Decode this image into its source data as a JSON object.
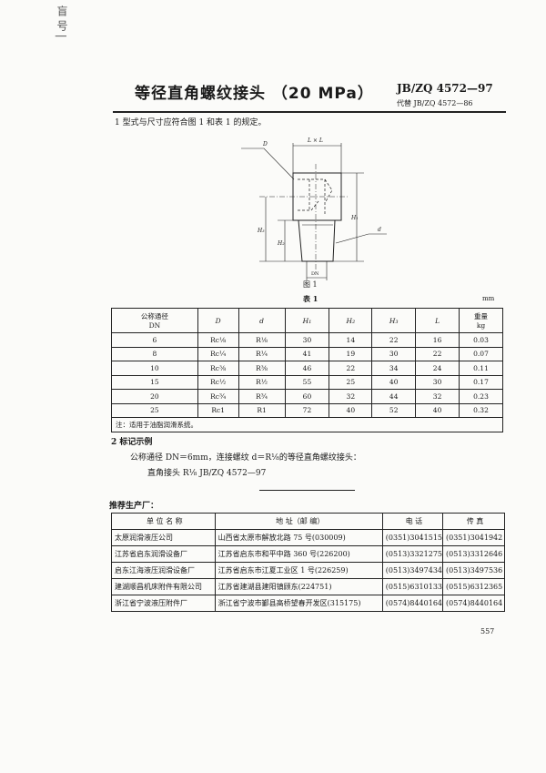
{
  "margin_marks": "盲 号 |",
  "header": {
    "title": "等径直角螺纹接头 （20 MPa）",
    "standard": "JB/ZQ 4572—97",
    "replaces": "代替 JB/ZQ 4572—86"
  },
  "section1": {
    "text": "1  型式与尺寸应符合图 1 和表 1 的规定。"
  },
  "figure": {
    "caption": "图 1",
    "labels": {
      "D": "D",
      "LxL": "L × L",
      "H1": "H₁",
      "H2": "H₂",
      "H3": "H₃",
      "d": "d",
      "DN": "DN"
    }
  },
  "table1": {
    "caption": "表 1",
    "unit": "mm",
    "headers": [
      "公称通径\nDN",
      "D",
      "d",
      "H₁",
      "H₂",
      "H₃",
      "L",
      "重量\nkg"
    ],
    "header_lines": [
      [
        "公称通径",
        "DN"
      ],
      [
        "D"
      ],
      [
        "d"
      ],
      [
        "H₁"
      ],
      [
        "H₂"
      ],
      [
        "H₃"
      ],
      [
        "L"
      ],
      [
        "重量",
        "kg"
      ]
    ],
    "rows": [
      [
        "6",
        "Rc⅛",
        "R⅛",
        "30",
        "14",
        "22",
        "16",
        "0.03"
      ],
      [
        "8",
        "Rc¼",
        "R¼",
        "41",
        "19",
        "30",
        "22",
        "0.07"
      ],
      [
        "10",
        "Rc⅜",
        "R⅜",
        "46",
        "22",
        "34",
        "24",
        "0.11"
      ],
      [
        "15",
        "Rc½",
        "R½",
        "55",
        "25",
        "40",
        "30",
        "0.17"
      ],
      [
        "20",
        "Rc¾",
        "R¾",
        "60",
        "32",
        "44",
        "32",
        "0.23"
      ],
      [
        "25",
        "Rc1",
        "R1",
        "72",
        "40",
        "52",
        "40",
        "0.32"
      ]
    ],
    "note": "注：适用于油脂润滑系统。"
  },
  "section2": {
    "heading": "2  标记示例",
    "line1": "公称通径 DN＝6mm，连接螺纹 d＝R⅛的等径直角螺纹接头：",
    "line2": "直角接头   R⅛   JB/ZQ 4572—97"
  },
  "manufacturers": {
    "heading": "推荐生产厂：",
    "headers": [
      "单 位 名 称",
      "地 址（邮 编）",
      "电    话",
      "传    真"
    ],
    "rows": [
      [
        "太原润滑液压公司",
        "山西省太原市解放北路 75 号(030009)",
        "(0351)3041515",
        "(0351)3041942"
      ],
      [
        "江苏省启东润滑设备厂",
        "江苏省启东市和平中路 360 号(226200)",
        "(0513)3321275",
        "(0513)3312646"
      ],
      [
        "启东江海液压润滑设备厂",
        "江苏省启东市江夏工业区 1 号(226259)",
        "(0513)3497434",
        "(0513)3497536"
      ],
      [
        "建湖顺昌机床附件有限公司",
        "江苏省建湖县建阳镇顾东(224751)",
        "(0515)6310133",
        "(0515)6312365"
      ],
      [
        "浙江省宁波液压附件厂",
        "浙江省宁波市鄞县高桥望春开发区(315175)",
        "(0574)8440164",
        "(0574)8440164"
      ]
    ]
  },
  "page_number": "557"
}
